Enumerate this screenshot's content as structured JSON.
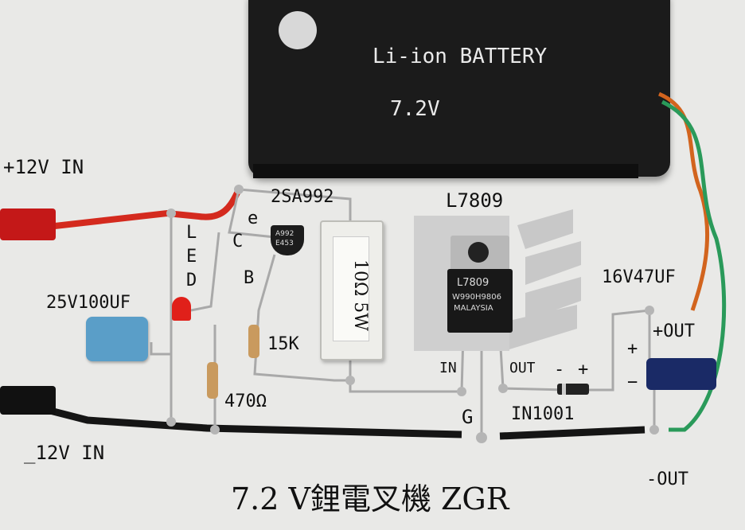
{
  "battery": {
    "title": "Li-ion  BATTERY",
    "voltage": "7.2V"
  },
  "labels": {
    "plus_in": "+12V IN",
    "minus_in": "_12V IN",
    "transistor": "2SA992",
    "emitter": "e",
    "collector": "C",
    "base": "B",
    "led": "LED",
    "cap_input": "25V100UF",
    "r_base": "15K",
    "r_led": "470Ω",
    "regulator": "L7809",
    "cap_output": "16V47UF",
    "plus_out": "+OUT",
    "minus_out": "-OUT",
    "reg_in": "IN",
    "reg_out": "OUT",
    "ground": "G",
    "diode": "IN1001",
    "diode_minus": "-",
    "diode_plus": "+",
    "cap_plus": "+",
    "cap_minus": "−",
    "caption": "7.2 V鋰電叉機 ZGR"
  },
  "components": {
    "power_resistor": "10Ω 5W",
    "transistor_marking": [
      "A992",
      "E453"
    ],
    "regulator_marking": [
      "L7809",
      "W990H9806",
      "MALAYSIA"
    ]
  },
  "colors": {
    "background": "#e9e9e7",
    "battery": "#1b1b1b",
    "wire_red": "#d42a1e",
    "wire_black": "#151515",
    "wire_orange": "#d2641e",
    "wire_green": "#2a9a5a",
    "solder": "#b5b5b5"
  }
}
